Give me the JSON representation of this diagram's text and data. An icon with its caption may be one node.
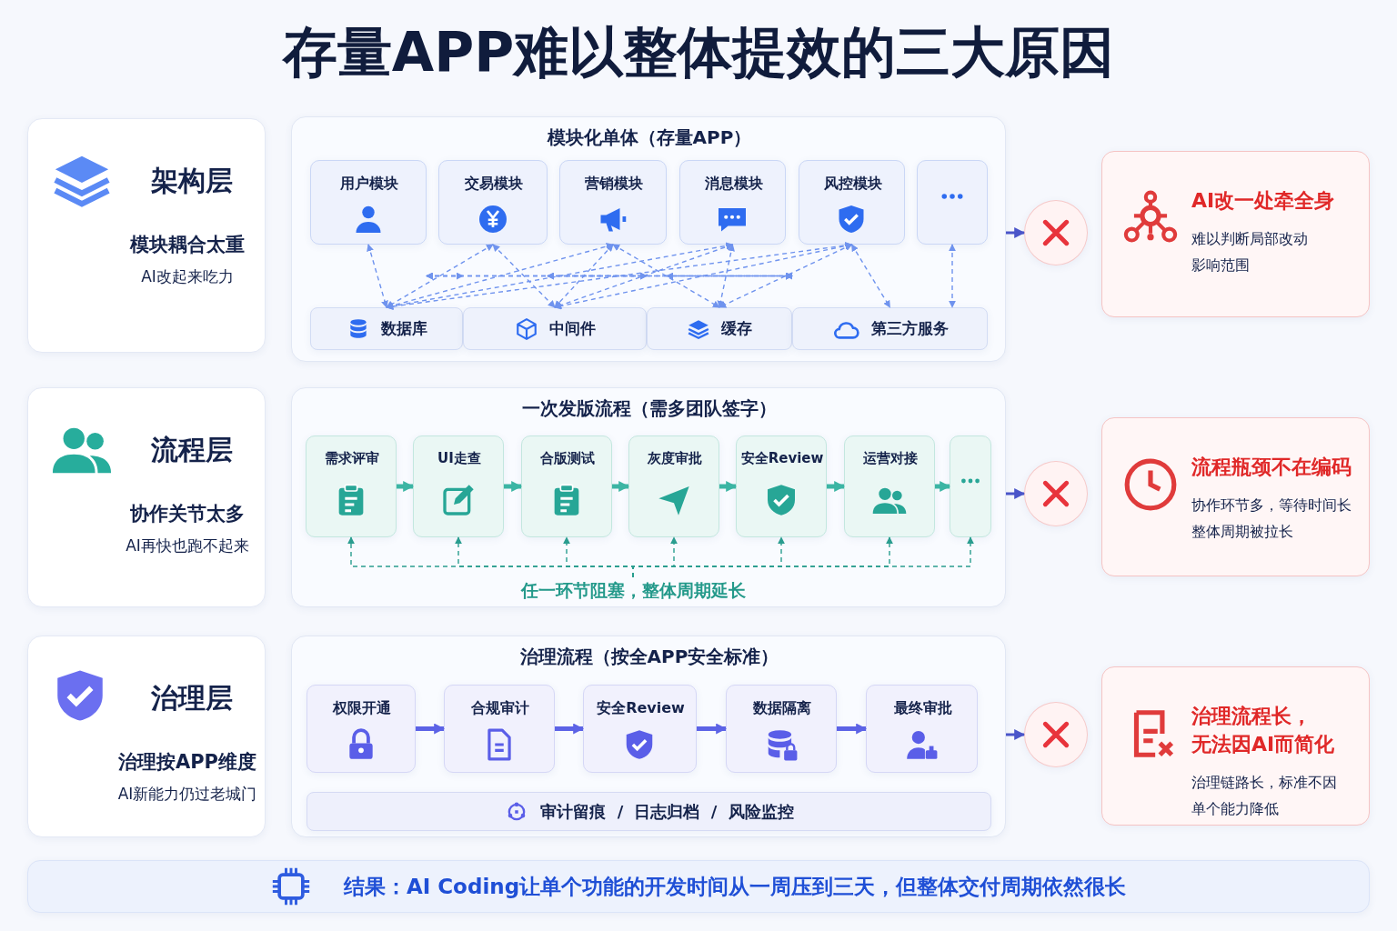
{
  "diagram": {
    "title": "存量APP难以整体提效的三大原因",
    "nodes": [
      {
        "text": [
          "架构层",
          "模块耦合太重",
          "AI改起来吃力"
        ]
      },
      {
        "text": [
          "模块化单体（存量APP）"
        ]
      },
      {
        "text": [
          "用户模块"
        ],
        "in": 1
      },
      {
        "text": [
          "交易模块"
        ],
        "in": 1
      },
      {
        "text": [
          "营销模块"
        ],
        "in": 1
      },
      {
        "text": [
          "消息模块"
        ],
        "in": 1
      },
      {
        "text": [
          "风控模块"
        ],
        "in": 1
      },
      {
        "text": [],
        "shape": "box",
        "in": 1
      },
      {
        "text": [
          "数据库"
        ],
        "in": 1
      },
      {
        "text": [
          "中间件"
        ],
        "in": 1
      },
      {
        "text": [
          "缓存"
        ],
        "in": 1
      },
      {
        "text": [
          "第三方服务"
        ],
        "in": 1
      },
      {
        "text": [],
        "shape": "circle"
      },
      {
        "text": [
          "AI改一处牵全身",
          "难以判断局部改动影响范围"
        ]
      },
      {
        "text": [
          "流程层",
          "协作关节太多",
          "AI再快也跑不起来"
        ]
      },
      {
        "text": [
          "一次发版流程（需多团队签字）"
        ]
      },
      {
        "text": [
          "需求评审"
        ],
        "in": 15
      },
      {
        "text": [
          "UI走查"
        ],
        "in": 15
      },
      {
        "text": [
          "合版测试"
        ],
        "in": 15
      },
      {
        "text": [
          "灰度审批"
        ],
        "in": 15
      },
      {
        "text": [
          "安全Review"
        ],
        "in": 15
      },
      {
        "text": [
          "运营对接"
        ],
        "in": 15
      },
      {
        "text": [],
        "shape": "box",
        "in": 15
      },
      {
        "text": [
          "任一环节阻塞，整体周期延长"
        ],
        "in": 15
      },
      {
        "text": [],
        "shape": "circle"
      },
      {
        "text": [
          "流程瓶颈不在编码",
          "协作环节多，等待时间长",
          "整体周期被拉长"
        ]
      },
      {
        "text": [
          "治理层",
          "治理按APP维度",
          "AI新能力仍过老城门"
        ]
      },
      {
        "text": [
          "治理流程（按全APP安全标准）"
        ]
      },
      {
        "text": [
          "权限开通"
        ],
        "in": 27
      },
      {
        "text": [
          "合规审计"
        ],
        "in": 27
      },
      {
        "text": [
          "安全Review"
        ],
        "in": 27
      },
      {
        "text": [
          "数据隔离"
        ],
        "in": 27
      },
      {
        "text": [
          "最终审批"
        ],
        "in": 27
      },
      {
        "text": [
          "审计留痕 / 日志归档 / 风险监控"
        ],
        "in": 27
      },
      {
        "text": [],
        "shape": "circle"
      },
      {
        "text": [
          "治理流程长，无法因AI而简化",
          "治理链路长，标准不因单个能力降低"
        ]
      },
      {
        "text": [
          "结果：AI Coding让单个功能的开发时间从一周压到三天，但整体交付周期依然很长"
        ]
      }
    ],
    "edges": [
      {
        "from": 2,
        "to": 8,
        "arrow": "both",
        "style": "dashed"
      },
      {
        "from": 2,
        "to": 9,
        "arrow": "both",
        "style": "dashed"
      },
      {
        "from": 2,
        "to": 10,
        "arrow": "both",
        "style": "dashed"
      },
      {
        "from": 2,
        "to": 11,
        "arrow": "both",
        "style": "dashed"
      },
      {
        "from": 3,
        "to": 8,
        "arrow": "both",
        "style": "dashed"
      },
      {
        "from": 3,
        "to": 9,
        "arrow": "both",
        "style": "dashed"
      },
      {
        "from": 3,
        "to": 10,
        "arrow": "both",
        "style": "dashed"
      },
      {
        "from": 3,
        "to": 11,
        "arrow": "both",
        "style": "dashed"
      },
      {
        "from": 4,
        "to": 8,
        "arrow": "both",
        "style": "dashed"
      },
      {
        "from": 4,
        "to": 9,
        "arrow": "both",
        "style": "dashed"
      },
      {
        "from": 4,
        "to": 10,
        "arrow": "both",
        "style": "dashed"
      },
      {
        "from": 4,
        "to": 11,
        "arrow": "both",
        "style": "dashed"
      },
      {
        "from": 5,
        "to": 8,
        "arrow": "both",
        "style": "dashed"
      },
      {
        "from": 5,
        "to": 9,
        "arrow": "both",
        "style": "dashed"
      },
      {
        "from": 5,
        "to": 10,
        "arrow": "both",
        "style": "dashed"
      },
      {
        "from": 5,
        "to": 11,
        "arrow": "both",
        "style": "dashed"
      },
      {
        "from": 6,
        "to": 8,
        "arrow": "both",
        "style": "dashed"
      },
      {
        "from": 6,
        "to": 9,
        "arrow": "both",
        "style": "dashed"
      },
      {
        "from": 6,
        "to": 10,
        "arrow": "both",
        "style": "dashed"
      },
      {
        "from": 6,
        "to": 11,
        "arrow": "both",
        "style": "dashed"
      },
      {
        "from": 7,
        "to": 11,
        "arrow": "both",
        "style": "dashed"
      },
      {
        "from": 1,
        "to": 12,
        "arrow": "to",
        "color": "#4a55c9"
      },
      {
        "from": 16,
        "to": 17,
        "arrow": "to",
        "style": "thick",
        "color": "#3cb5a4"
      },
      {
        "from": 17,
        "to": 18,
        "arrow": "to",
        "style": "thick",
        "color": "#3cb5a4"
      },
      {
        "from": 18,
        "to": 19,
        "arrow": "to",
        "style": "thick",
        "color": "#3cb5a4"
      },
      {
        "from": 19,
        "to": 20,
        "arrow": "to",
        "style": "thick",
        "color": "#3cb5a4"
      },
      {
        "from": 20,
        "to": 21,
        "arrow": "to",
        "style": "thick",
        "color": "#3cb5a4"
      },
      {
        "from": 21,
        "to": 22,
        "arrow": "to",
        "style": "thick",
        "color": "#3cb5a4"
      },
      {
        "from": 23,
        "to": 16,
        "arrow": "to",
        "style": "dashed",
        "color": "#2a9d8f"
      },
      {
        "from": 23,
        "to": 17,
        "arrow": "to",
        "style": "dashed",
        "color": "#2a9d8f"
      },
      {
        "from": 23,
        "to": 18,
        "arrow": "to",
        "style": "dashed",
        "color": "#2a9d8f"
      },
      {
        "from": 23,
        "to": 19,
        "arrow": "to",
        "style": "dashed",
        "color": "#2a9d8f"
      },
      {
        "from": 23,
        "to": 20,
        "arrow": "to",
        "style": "dashed",
        "color": "#2a9d8f"
      },
      {
        "from": 23,
        "to": 21,
        "arrow": "to",
        "style": "dashed",
        "color": "#2a9d8f"
      },
      {
        "from": 23,
        "to": 22,
        "arrow": "to",
        "style": "dashed",
        "color": "#2a9d8f"
      },
      {
        "from": 15,
        "to": 24,
        "arrow": "to",
        "color": "#4a55c9"
      },
      {
        "from": 28,
        "to": 29,
        "arrow": "to",
        "style": "thick",
        "color": "#5c63e6"
      },
      {
        "from": 29,
        "to": 30,
        "arrow": "to",
        "style": "thick",
        "color": "#5c63e6"
      },
      {
        "from": 30,
        "to": 31,
        "arrow": "to",
        "style": "thick",
        "color": "#5c63e6"
      },
      {
        "from": 31,
        "to": 32,
        "arrow": "to",
        "style": "thick",
        "color": "#5c63e6"
      },
      {
        "from": 27,
        "to": 34,
        "arrow": "to",
        "color": "#4a55c9"
      }
    ]
  }
}
